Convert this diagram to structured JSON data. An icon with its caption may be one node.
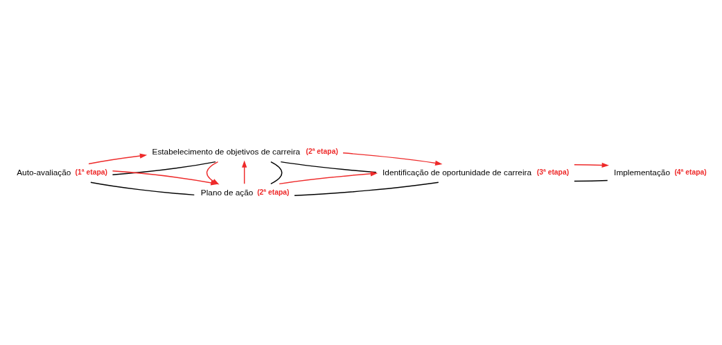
{
  "diagram": {
    "nodes": [
      {
        "text": [
          "Estabelecimento de objetivos de carreira"
        ],
        "beside": [
          "(2ª etapa)"
        ]
      },
      {
        "text": [
          "Auto-avaliação"
        ],
        "beside": [
          "(1ª etapa)"
        ]
      },
      {
        "text": [
          "Identificação de oportunidade de carreira"
        ],
        "beside": [
          "(3ª etapa)"
        ]
      },
      {
        "text": [
          "Plano de ação"
        ],
        "beside": [
          "(2ª etapa)"
        ]
      },
      {
        "text": [
          "Implementação"
        ],
        "beside": [
          "(4ª etapa)"
        ]
      }
    ],
    "edges": [
      {
        "from": 1,
        "to": 0,
        "arrow": "none",
        "color": "#000000"
      },
      {
        "from": 1,
        "to": 3,
        "arrow": "none",
        "color": "#000000"
      },
      {
        "from": 0,
        "to": 3,
        "arrow": "none",
        "color": "#000000"
      },
      {
        "from": 0,
        "to": 2,
        "arrow": "none",
        "color": "#000000"
      },
      {
        "from": 3,
        "to": 2,
        "arrow": "none",
        "color": "#000000"
      },
      {
        "from": 2,
        "to": 4,
        "arrow": "none",
        "color": "#000000"
      },
      {
        "from": 1,
        "to": 0,
        "arrow": "to",
        "color": "#ee2a2a"
      },
      {
        "from": 0,
        "to": 2,
        "arrow": "to",
        "color": "#ee2a2a"
      },
      {
        "from": 1,
        "to": 3,
        "arrow": "to",
        "color": "#ee2a2a"
      },
      {
        "from": 3,
        "to": 0,
        "arrow": "to",
        "color": "#ee2a2a"
      },
      {
        "from": 0,
        "to": 3,
        "arrow": "to",
        "color": "#ee2a2a"
      },
      {
        "from": 3,
        "to": 2,
        "arrow": "to",
        "color": "#ee2a2a"
      },
      {
        "from": 2,
        "to": 4,
        "arrow": "to",
        "color": "#ee2a2a"
      }
    ]
  }
}
